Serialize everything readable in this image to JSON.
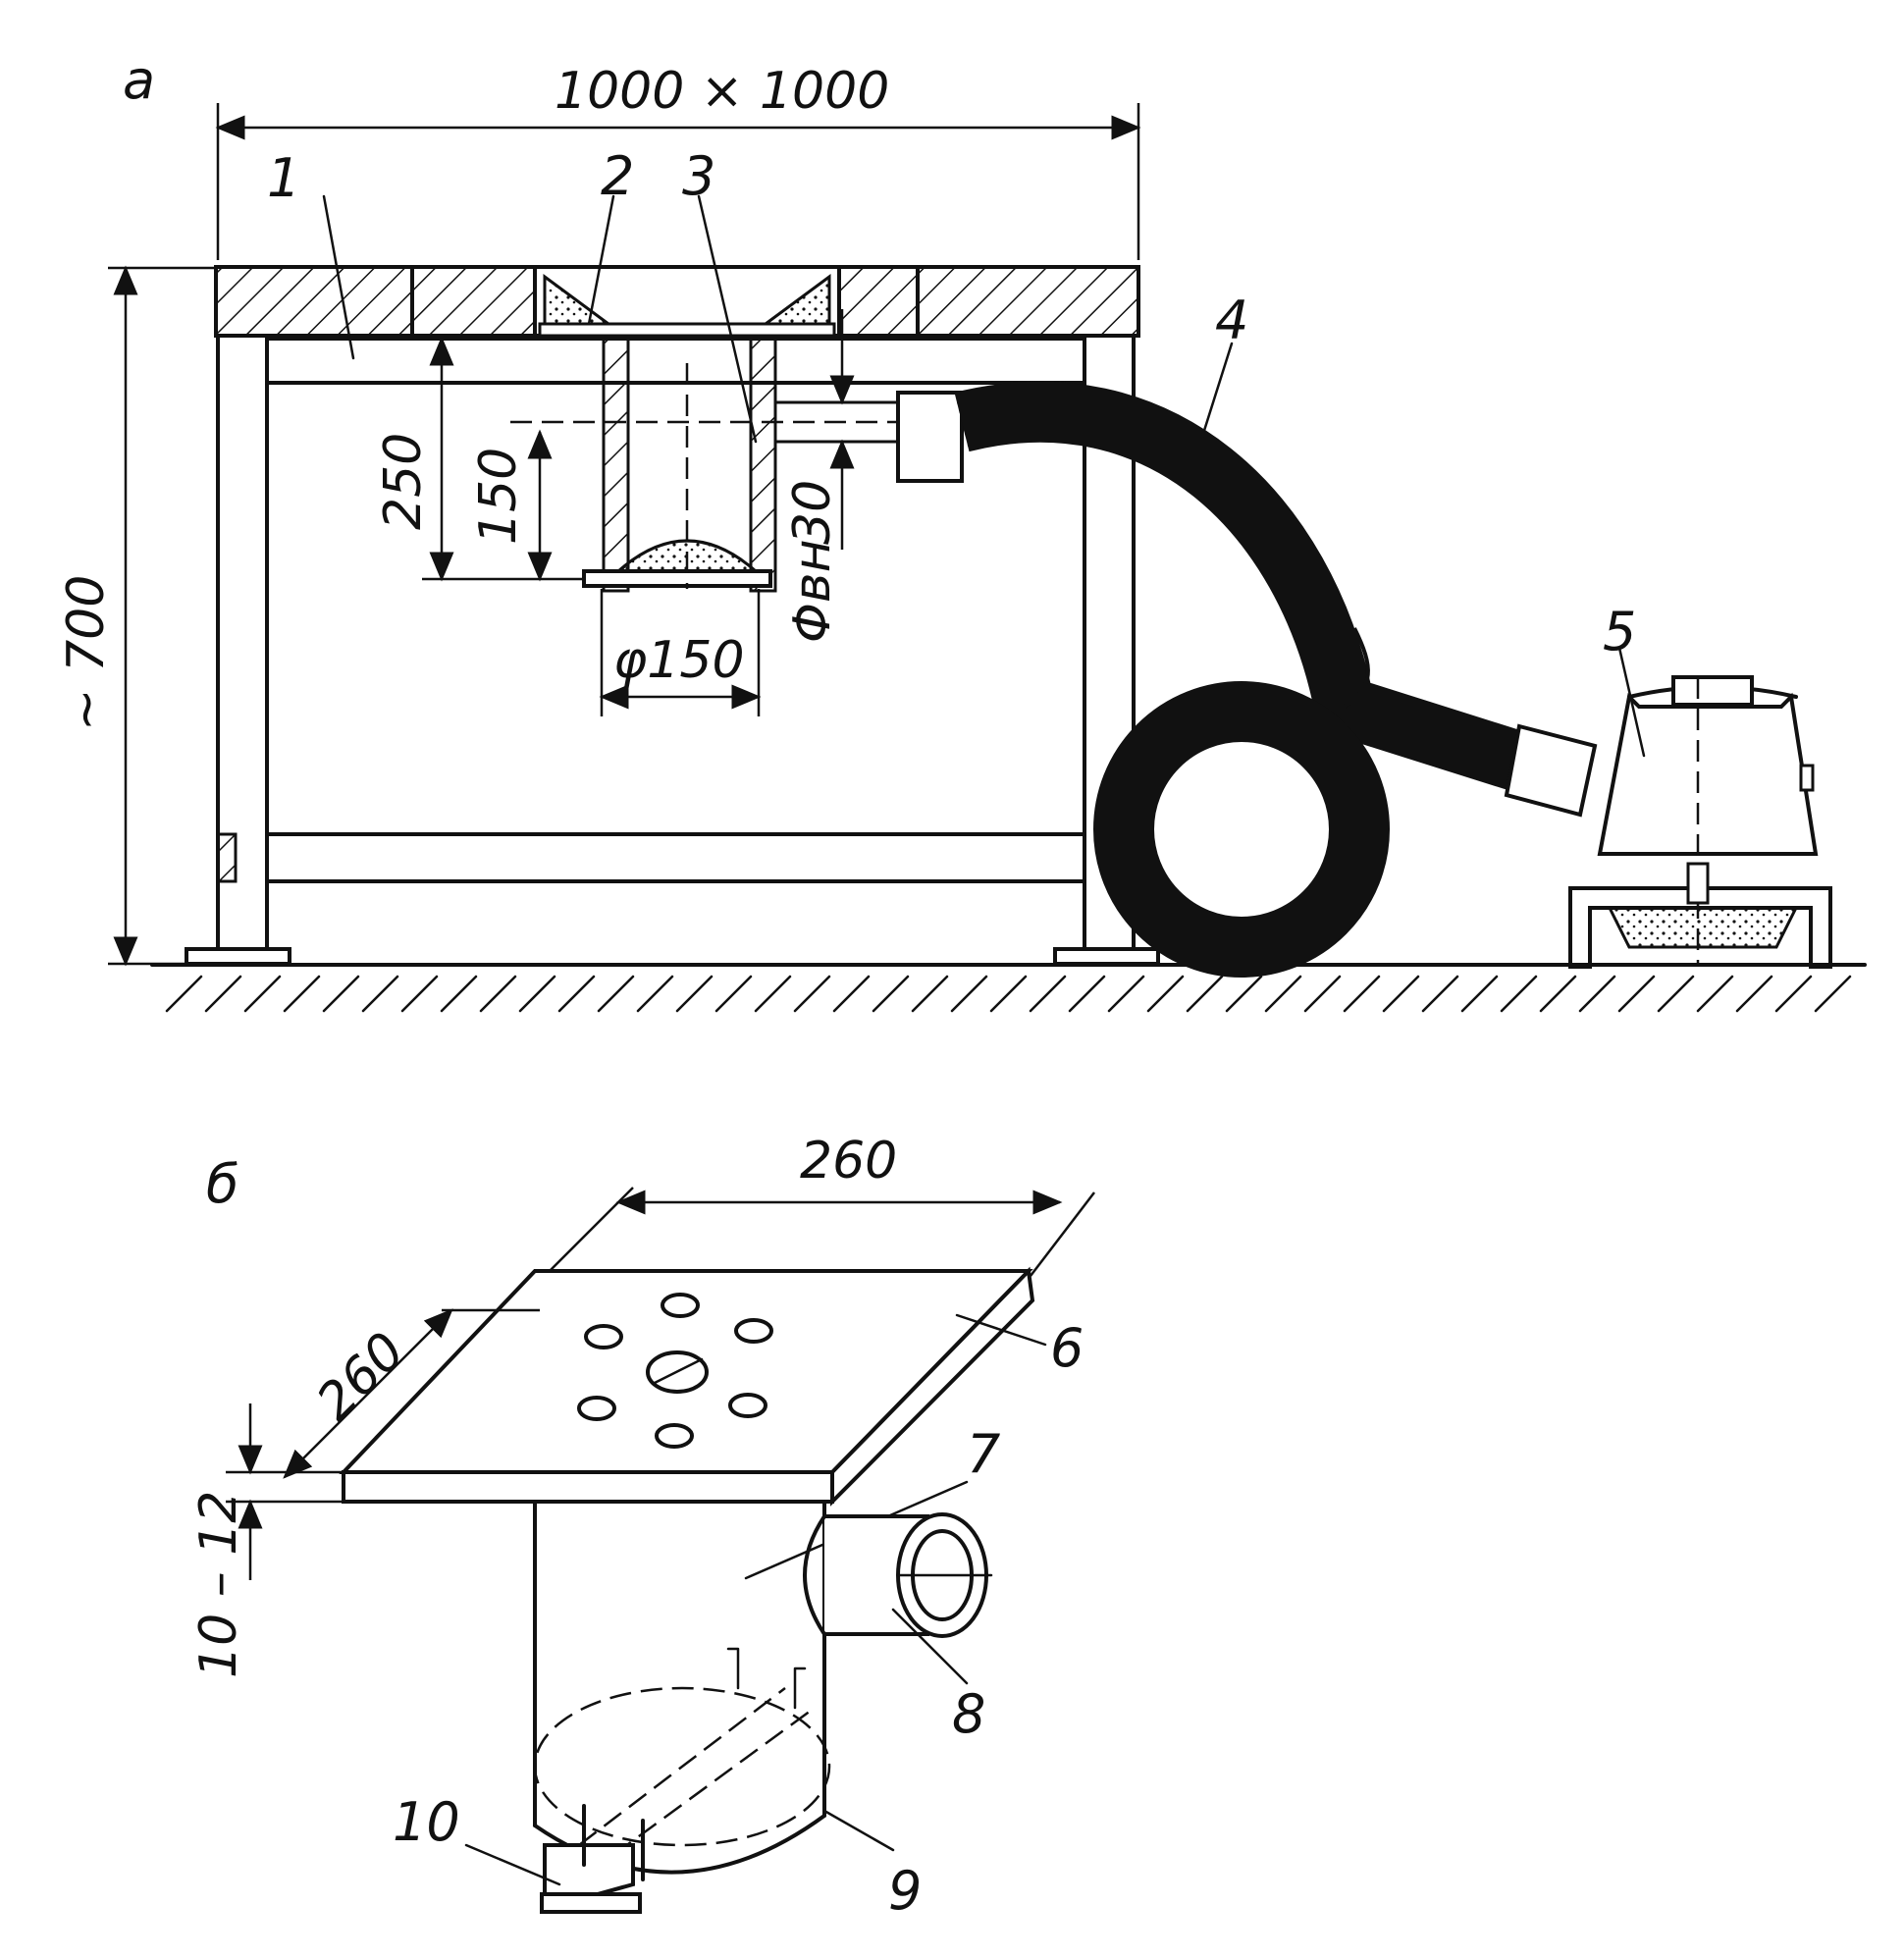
{
  "panel_a": {
    "label": "a",
    "dim_top": "1000 × 1000",
    "dim_height": "~ 700",
    "dim_250": "250",
    "dim_150": "150",
    "dim_30": "30",
    "dim_phi_vn": "Φвн",
    "dim_phi150": "φ150",
    "callouts": [
      "1",
      "2",
      "3",
      "4",
      "5"
    ]
  },
  "panel_b": {
    "label": "б",
    "dim_260_top": "260",
    "dim_260_left": "260",
    "dim_10_12": "10 – 12",
    "callouts": [
      "6",
      "7",
      "8",
      "9",
      "10"
    ]
  },
  "colors": {
    "ink": "#111111",
    "paper": "#ffffff"
  }
}
